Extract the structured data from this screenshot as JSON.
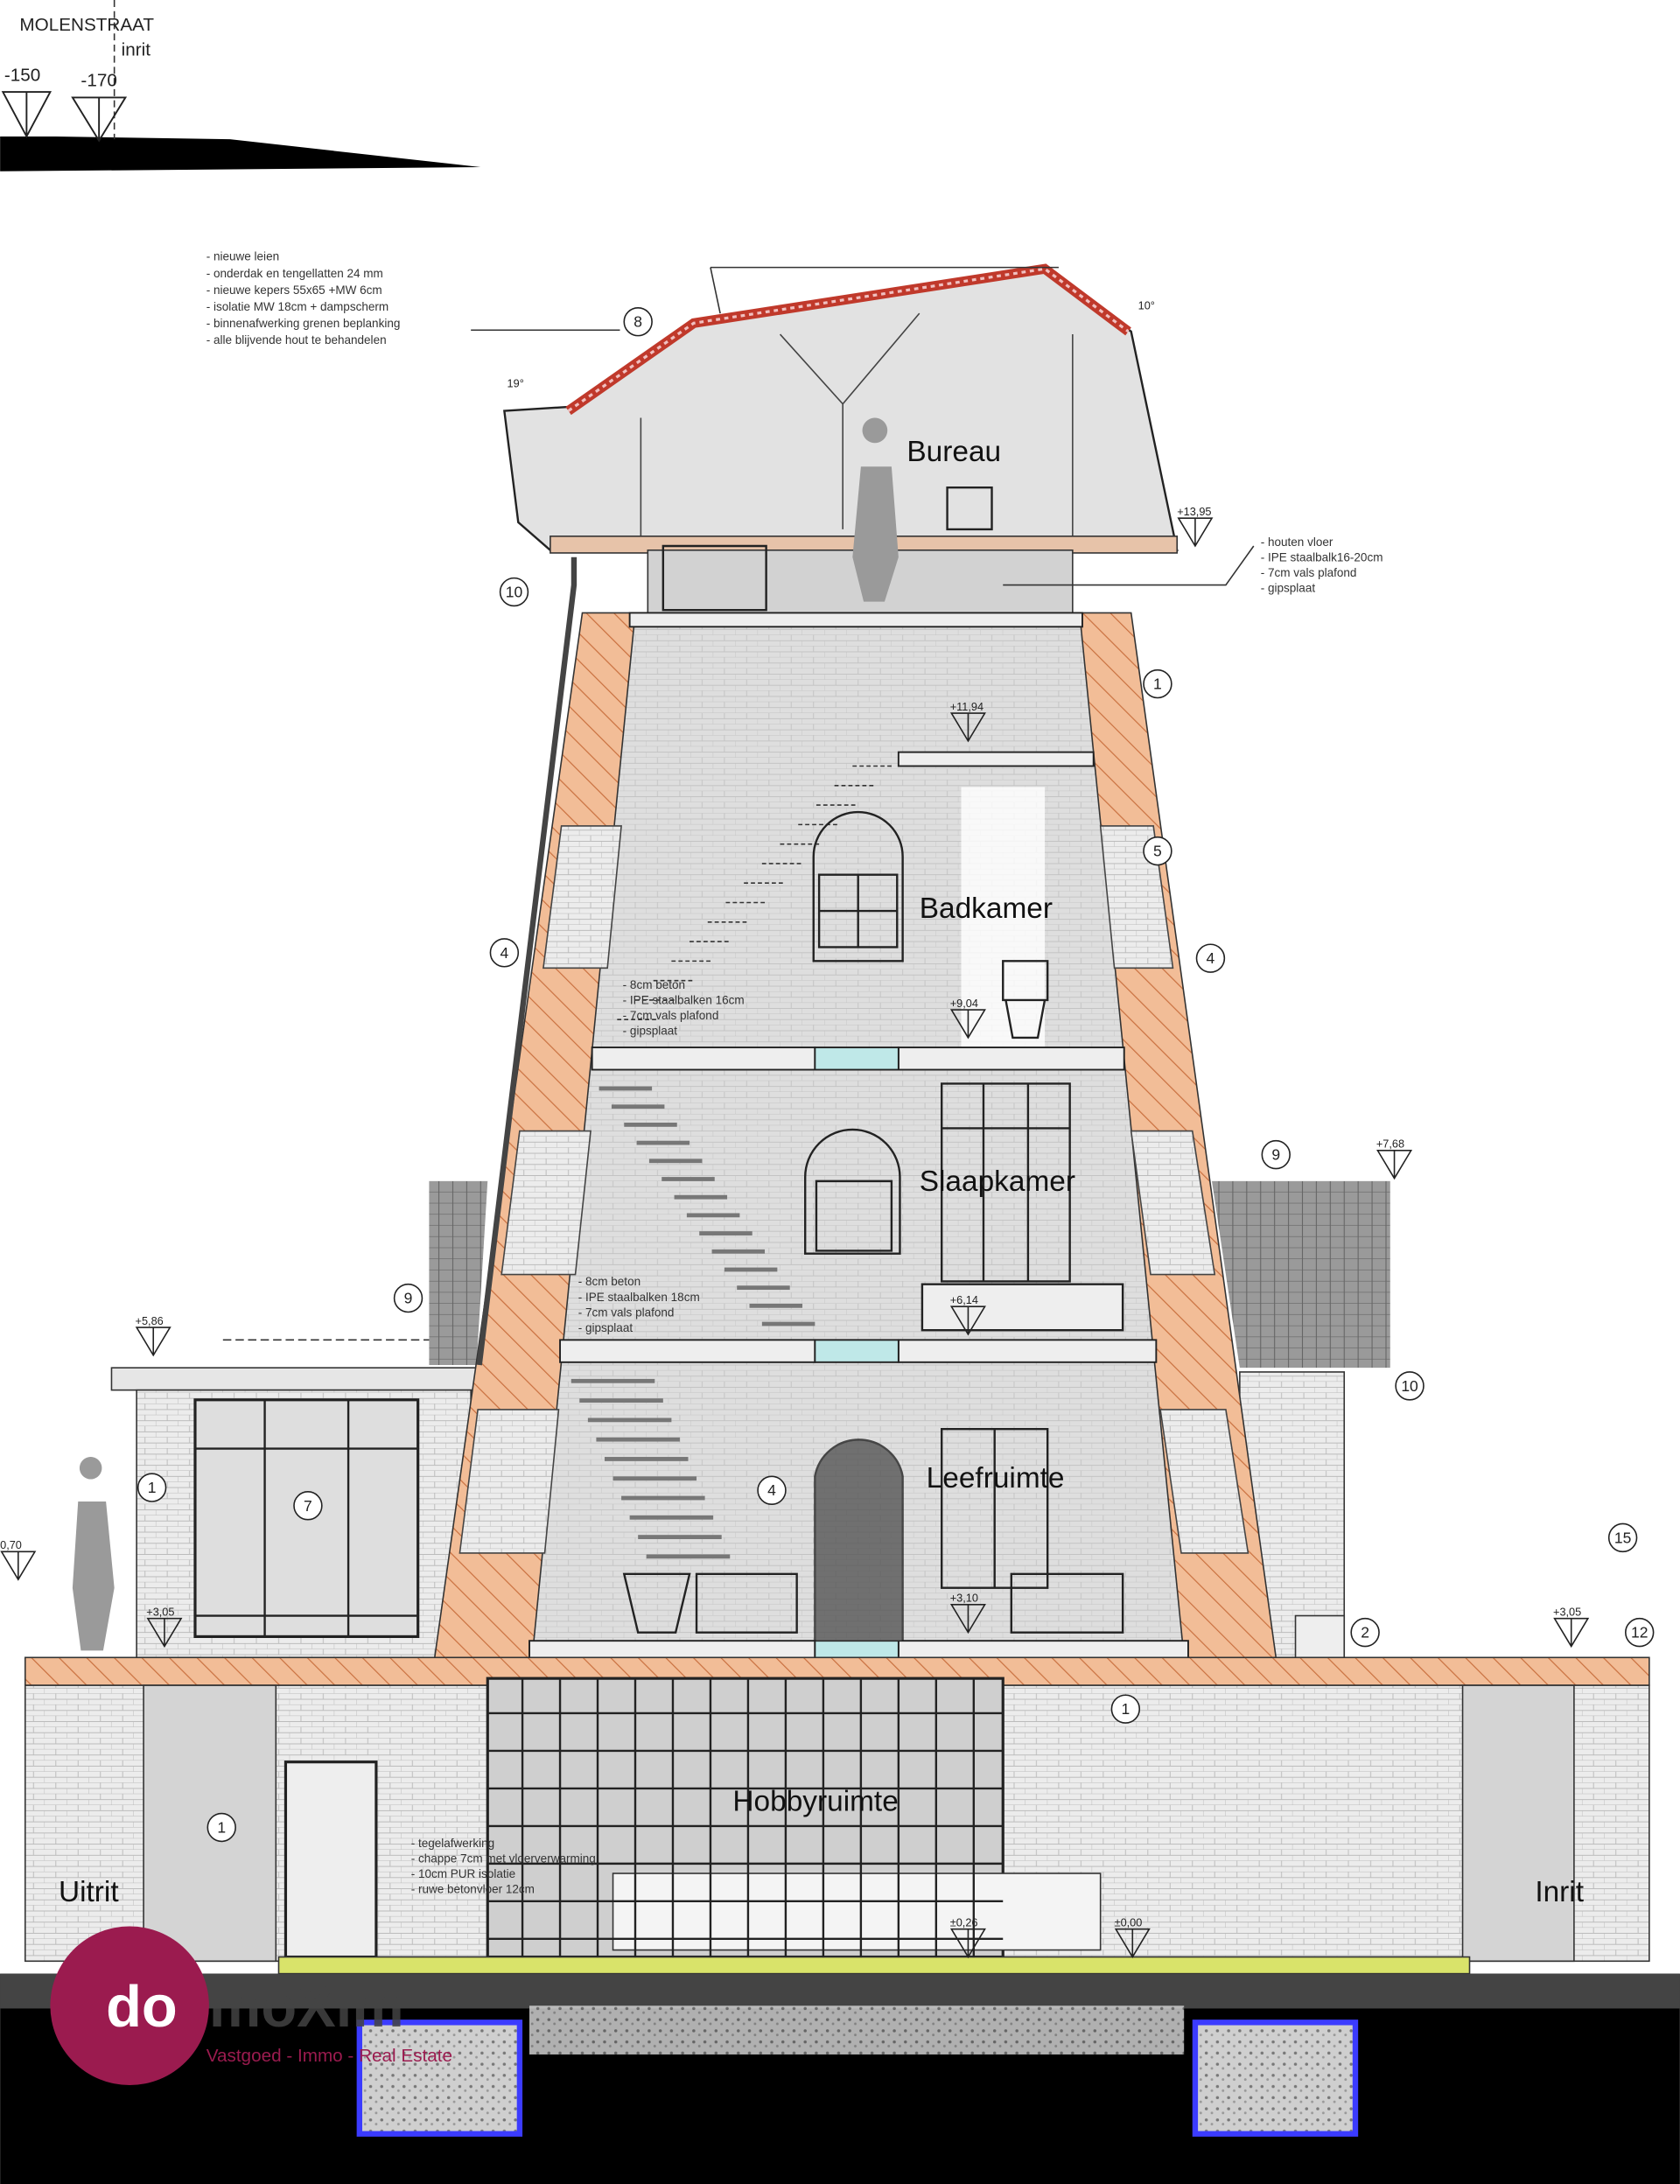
{
  "street": {
    "name": "MOLENSTRAAT",
    "sub": "inrit",
    "levels": [
      "-150",
      "-170"
    ]
  },
  "notes": {
    "roof": [
      "- nieuwe leien",
      "- onderdak en tengellatten 24 mm",
      "- nieuwe kepers 55x65 +MW 6cm",
      "- isolatie MW 18cm + dampscherm",
      "- binnenafwerking grenen beplanking",
      "- alle blijvende hout te behandelen"
    ],
    "bureau_floor": [
      "- houten vloer",
      "- IPE staalbalk16-20cm",
      "- 7cm vals plafond",
      "- gipsplaat"
    ],
    "badkamer_floor": [
      "- 8cm beton",
      "- IPE staalbalken 16cm",
      "- 7cm vals plafond",
      "- gipsplaat"
    ],
    "slaapkamer_floor": [
      "- 8cm beton",
      "- IPE staalbalken 18cm",
      "- 7cm vals plafond",
      "- gipsplaat"
    ],
    "ground_floor": [
      "- tegelafwerking",
      "- chappe 7cm met vloerverwarming",
      "- 10cm PUR isolatie",
      "- ruwe betonvloer 12cm"
    ]
  },
  "rooms": {
    "bureau": "Bureau",
    "badkamer": "Badkamer",
    "slaapkamer": "Slaapkamer",
    "leefruimte": "Leefruimte",
    "hobbyruimte": "Hobbyruimte",
    "uitrit": "Uitrit",
    "inrit": "Inrit"
  },
  "angles": {
    "left": "19°",
    "right": "10°"
  },
  "elevations": {
    "e1395": "+13,95",
    "e1194": "+11,94",
    "e904": "+9,04",
    "e768": "+7,68",
    "e614": "+6,14",
    "e586": "+5,86",
    "e305a": "+3,05",
    "e305b": "+3,05",
    "e310": "+3,10",
    "e070": "0,70",
    "e000": "±0,00",
    "e026": "±0,26"
  },
  "markers": [
    "8",
    "10",
    "1",
    "4",
    "5",
    "4",
    "9",
    "9",
    "10",
    "1",
    "7",
    "4",
    "15",
    "2",
    "12",
    "1",
    "1"
  ],
  "logo": {
    "brand": "domoXim",
    "tagline": "Vastgoed - Immo - Real Estate",
    "color": "#9b1b4f"
  },
  "colors": {
    "brick_hatch": "#f0b890",
    "roof_tile": "#c0392b",
    "interior": "#d9d9d9",
    "ground": "#000000"
  }
}
